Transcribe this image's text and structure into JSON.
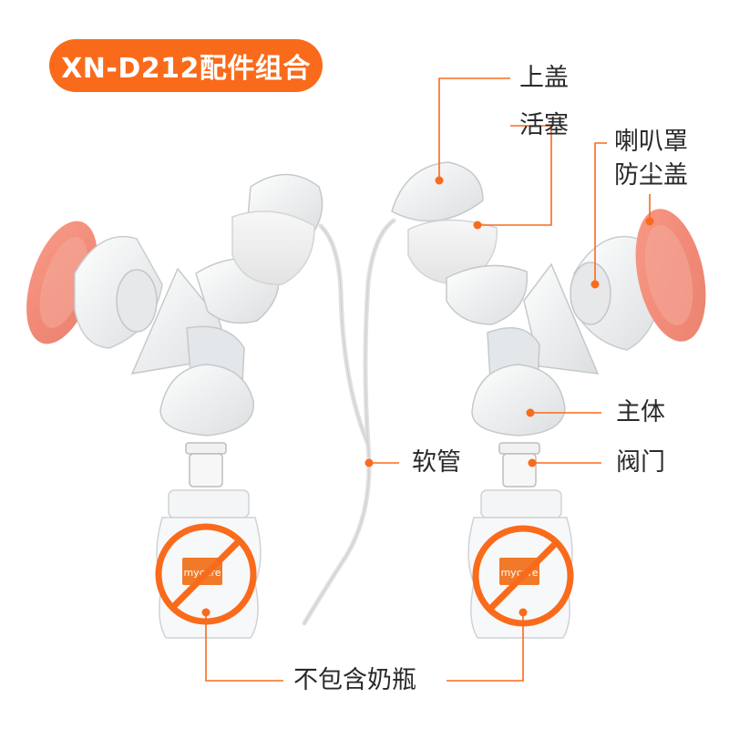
{
  "product": {
    "title": "XN-D212配件组合",
    "accent_color": "#f96b1b",
    "brand_mark": "mycare"
  },
  "callouts": {
    "top_cover": "上盖",
    "piston": "活塞",
    "horn_cover_line1": "喇叭罩",
    "horn_cover_line2": "防尘盖",
    "main_body": "主体",
    "soft_tube": "软管",
    "valve": "阀门",
    "no_bottle": "不包含奶瓶"
  },
  "icons": {
    "excluded": "prohibition-icon"
  }
}
